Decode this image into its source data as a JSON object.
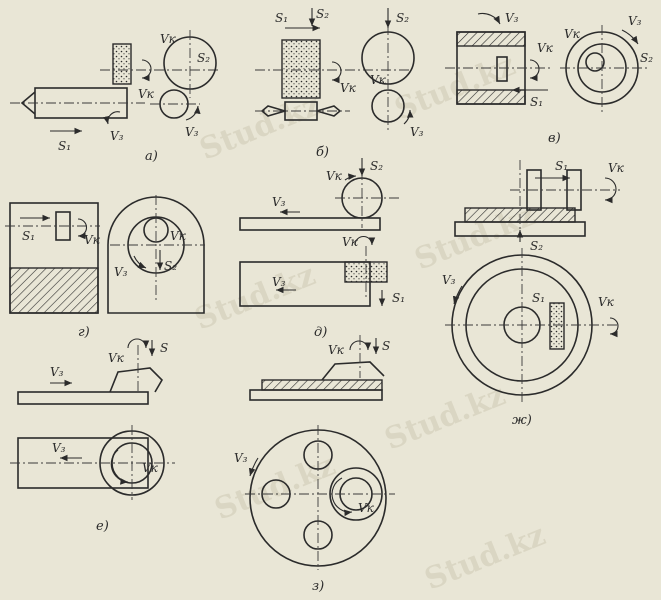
{
  "watermark": "Stud.kz",
  "labels": {
    "s1": "S₁",
    "s2": "S₂",
    "s": "S",
    "vk": "Vк",
    "v3": "V₃"
  },
  "panels": {
    "a": "а)",
    "b": "б)",
    "v": "в)",
    "g": "г)",
    "d": "д)",
    "e": "е)",
    "zh": "ж)",
    "z": "з)"
  },
  "colors": {
    "paper": "#e9e6d6",
    "ink": "#2b2b2b",
    "watermark": "#cfcab5"
  }
}
